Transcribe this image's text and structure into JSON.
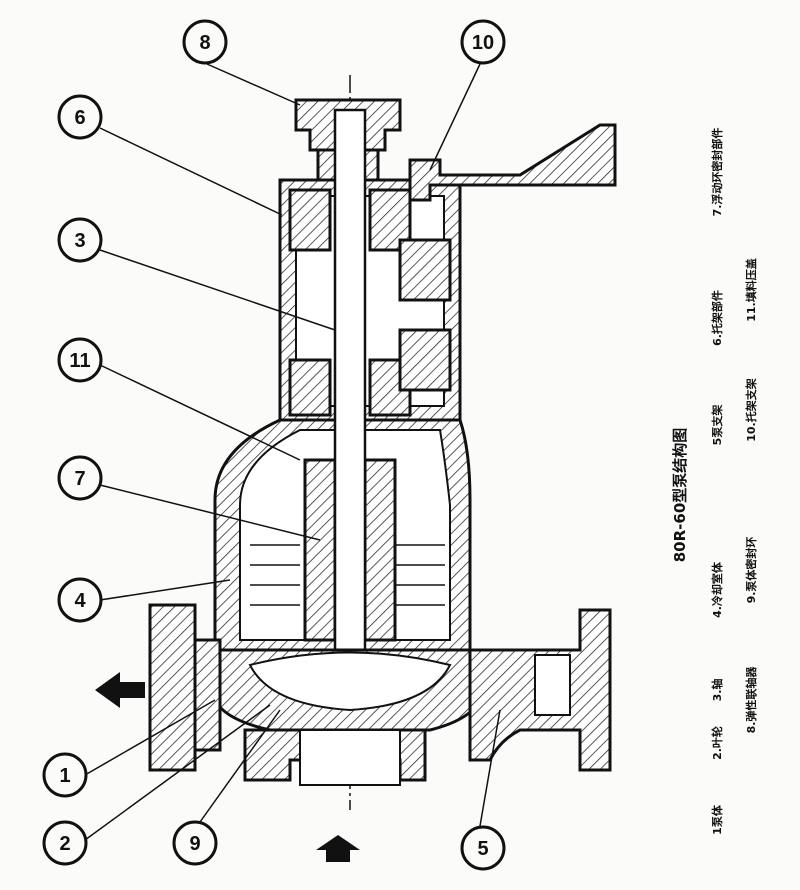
{
  "title": "80R-60型泵结构图",
  "callouts": [
    "1",
    "2",
    "3",
    "4",
    "5",
    "6",
    "7",
    "8",
    "9",
    "10",
    "11"
  ],
  "legend": {
    "p1": "1泵体",
    "p2": "2.叶轮",
    "p3": "3.轴",
    "p4": "4.冷却室体",
    "p5": "5泵支架",
    "p6": "6.托架部件",
    "p7": "7.浮动环密封部件",
    "p8": "8.弹性联轴器",
    "p9": "9.泵体密封环",
    "p10": "10.托架支架",
    "p11": "11.填料压盖"
  }
}
